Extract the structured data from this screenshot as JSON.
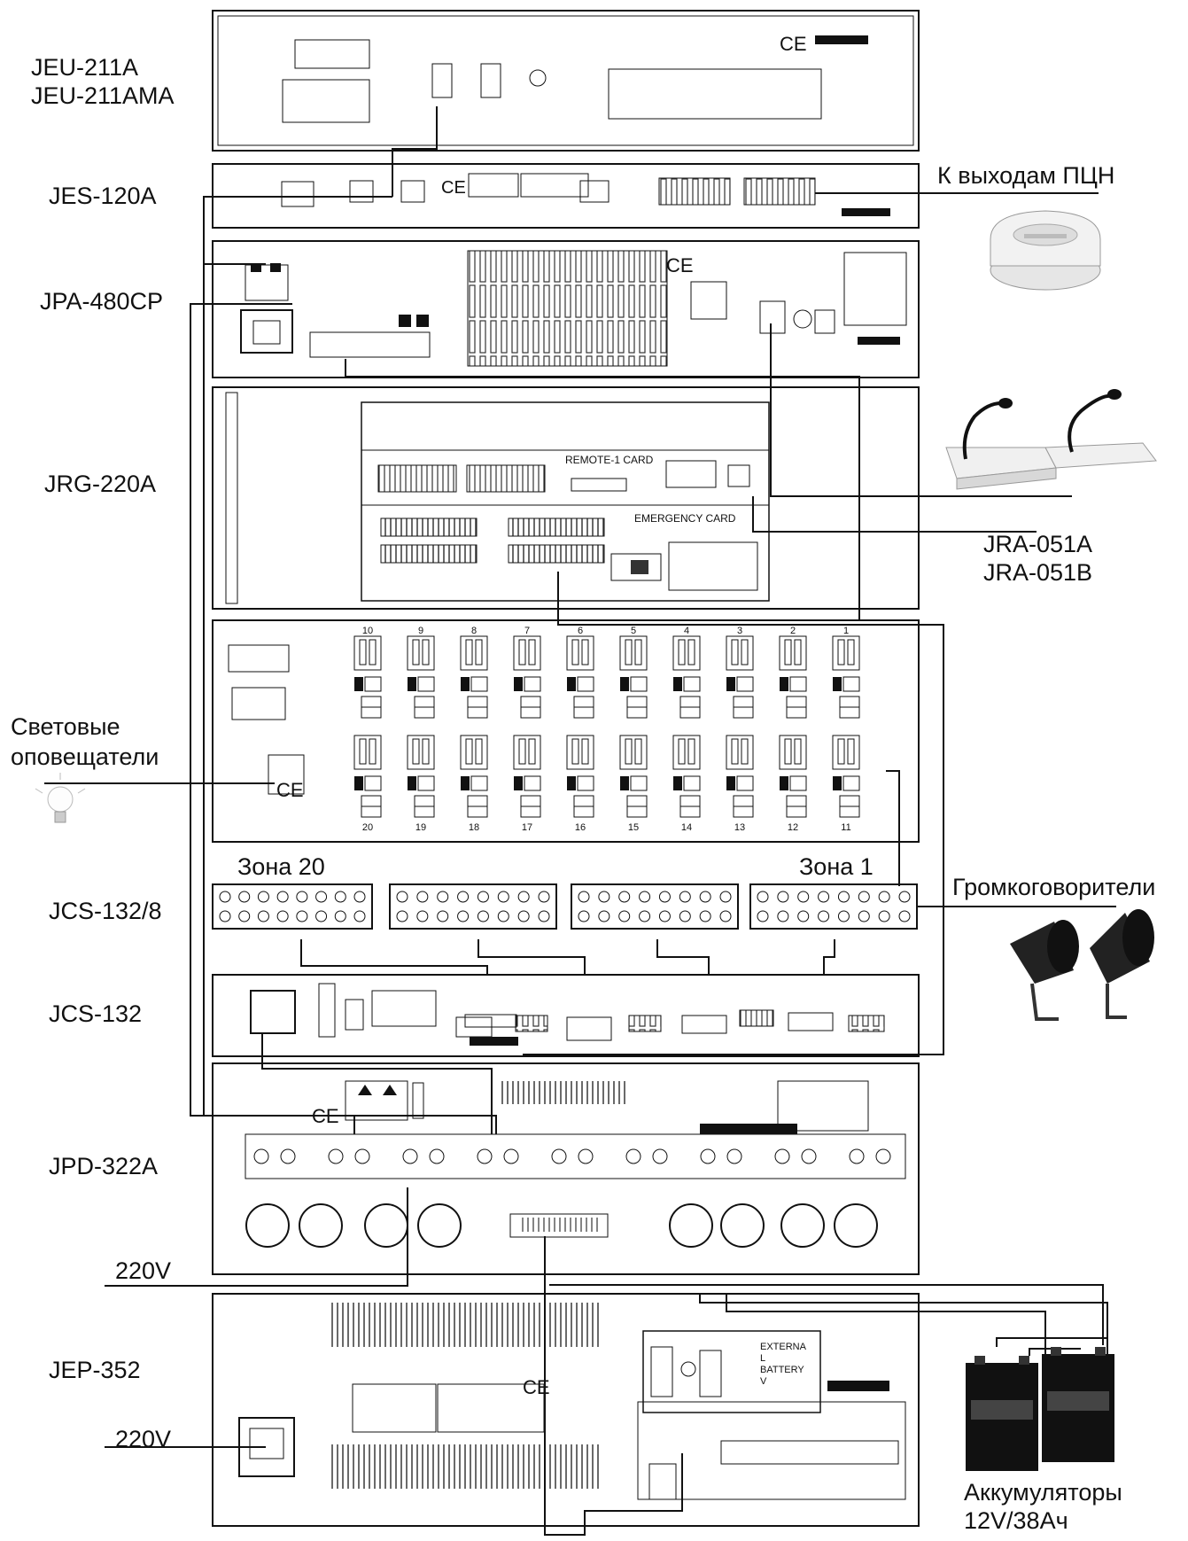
{
  "equipment_labels": {
    "jeu": [
      "JEU-211A",
      "JEU-211AMA"
    ],
    "jes": "JES-120A",
    "jpa": "JPA-480CP",
    "jrg": "JRG-220A",
    "jcs132_8": "JCS-132/8",
    "jcs132": "JCS-132",
    "jpd": "JPD-322A",
    "jep": "JEP-352"
  },
  "side_labels": {
    "fire_outputs": "К выходам ПЦН",
    "remote_mics": [
      "JRA-051A",
      "JRA-051B"
    ],
    "light_alarms": [
      "Световые",
      "оповещатели"
    ],
    "speakers": "Громкоговорители",
    "batteries": [
      "Аккумуляторы",
      "12V/38Ач"
    ],
    "mains_1": "220V",
    "mains_2": "220V"
  },
  "zone_labels": {
    "zone_20": "Зона 20",
    "zone_1": "Зона 1"
  },
  "panel_text": {
    "remote_card": "REMOTE-1 CARD",
    "emergency_card": "EMERGENCY CARD",
    "external_battery": [
      "EXTERNA",
      "L",
      "BATTERY",
      "V"
    ],
    "ce_mark": "CE"
  },
  "zone_numbers_top": [
    "10",
    "9",
    "8",
    "7",
    "6",
    "5",
    "4",
    "3",
    "2",
    "1"
  ],
  "zone_numbers_bottom": [
    "20",
    "19",
    "18",
    "17",
    "16",
    "15",
    "14",
    "13",
    "12",
    "11"
  ],
  "icons": [
    "smoke-detector-icon",
    "gooseneck-microphone-icon",
    "light-bulb-icon",
    "horn-speaker-icon",
    "battery-icon"
  ],
  "colors": {
    "line": "#111111",
    "panel_fill": "#ffffff",
    "device_fill": "#222222"
  }
}
